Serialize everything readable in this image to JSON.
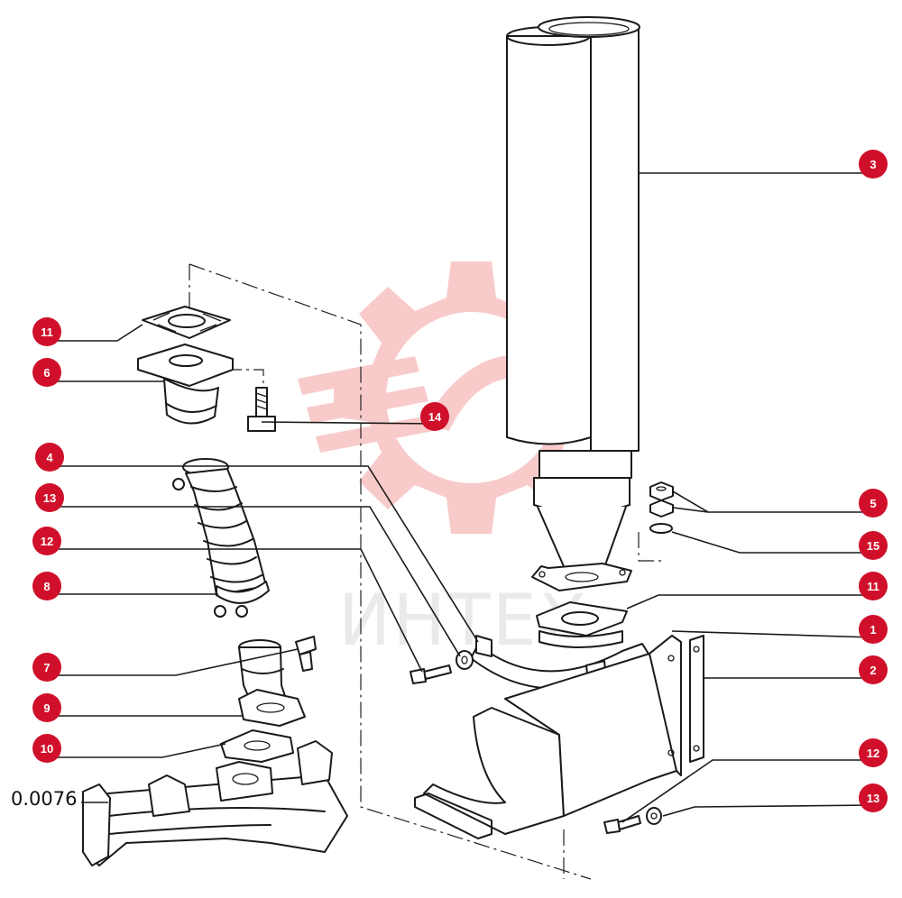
{
  "drawing_ref": "0.0076",
  "watermark": {
    "text": "ИНТЕХ",
    "color": "#f5a0a0"
  },
  "callout_color": "#d0102a",
  "callouts": [
    {
      "id": "c3",
      "label": "3"
    },
    {
      "id": "c11a",
      "label": "11"
    },
    {
      "id": "c6",
      "label": "6"
    },
    {
      "id": "c14",
      "label": "14"
    },
    {
      "id": "c4",
      "label": "4"
    },
    {
      "id": "c13a",
      "label": "13"
    },
    {
      "id": "c12a",
      "label": "12"
    },
    {
      "id": "c8",
      "label": "8"
    },
    {
      "id": "c7",
      "label": "7"
    },
    {
      "id": "c9",
      "label": "9"
    },
    {
      "id": "c10",
      "label": "10"
    },
    {
      "id": "c5",
      "label": "5"
    },
    {
      "id": "c15",
      "label": "15"
    },
    {
      "id": "c11b",
      "label": "11"
    },
    {
      "id": "c1",
      "label": "1"
    },
    {
      "id": "c2",
      "label": "2"
    },
    {
      "id": "c12b",
      "label": "12"
    },
    {
      "id": "c13b",
      "label": "13"
    }
  ]
}
